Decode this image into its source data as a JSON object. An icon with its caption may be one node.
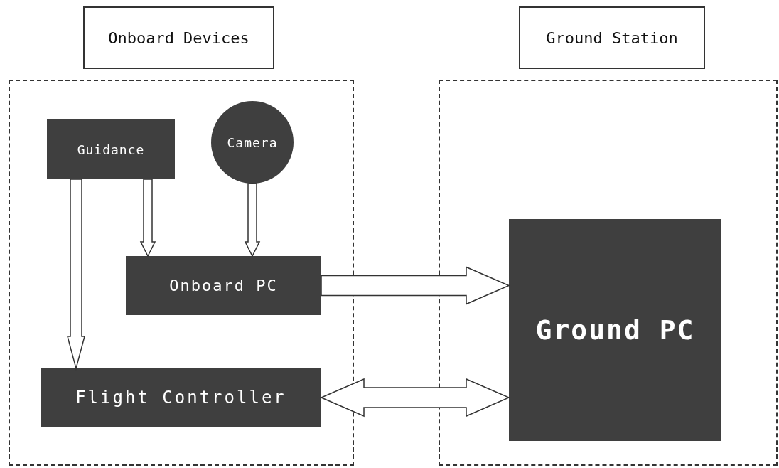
{
  "diagram": {
    "nodes": [
      {
        "text": [
          "Onboard Devices"
        ]
      },
      {
        "text": [
          "Guidance"
        ],
        "in": 0
      },
      {
        "text": [
          "Camera"
        ],
        "in": 0
      },
      {
        "text": [
          "Onboard PC"
        ],
        "in": 0
      },
      {
        "text": [
          "Flight Controller"
        ],
        "in": 0
      },
      {
        "text": [
          "Ground Station"
        ]
      },
      {
        "text": [
          "Ground PC"
        ],
        "in": 5
      }
    ],
    "edges": [
      {
        "from": 1,
        "to": 4,
        "arrow": "to"
      },
      {
        "from": 1,
        "to": 3,
        "arrow": "to"
      },
      {
        "from": 2,
        "to": 3,
        "arrow": "to"
      },
      {
        "from": 3,
        "to": 6,
        "arrow": "to"
      },
      {
        "from": 4,
        "to": 6,
        "arrow": "both"
      }
    ]
  }
}
